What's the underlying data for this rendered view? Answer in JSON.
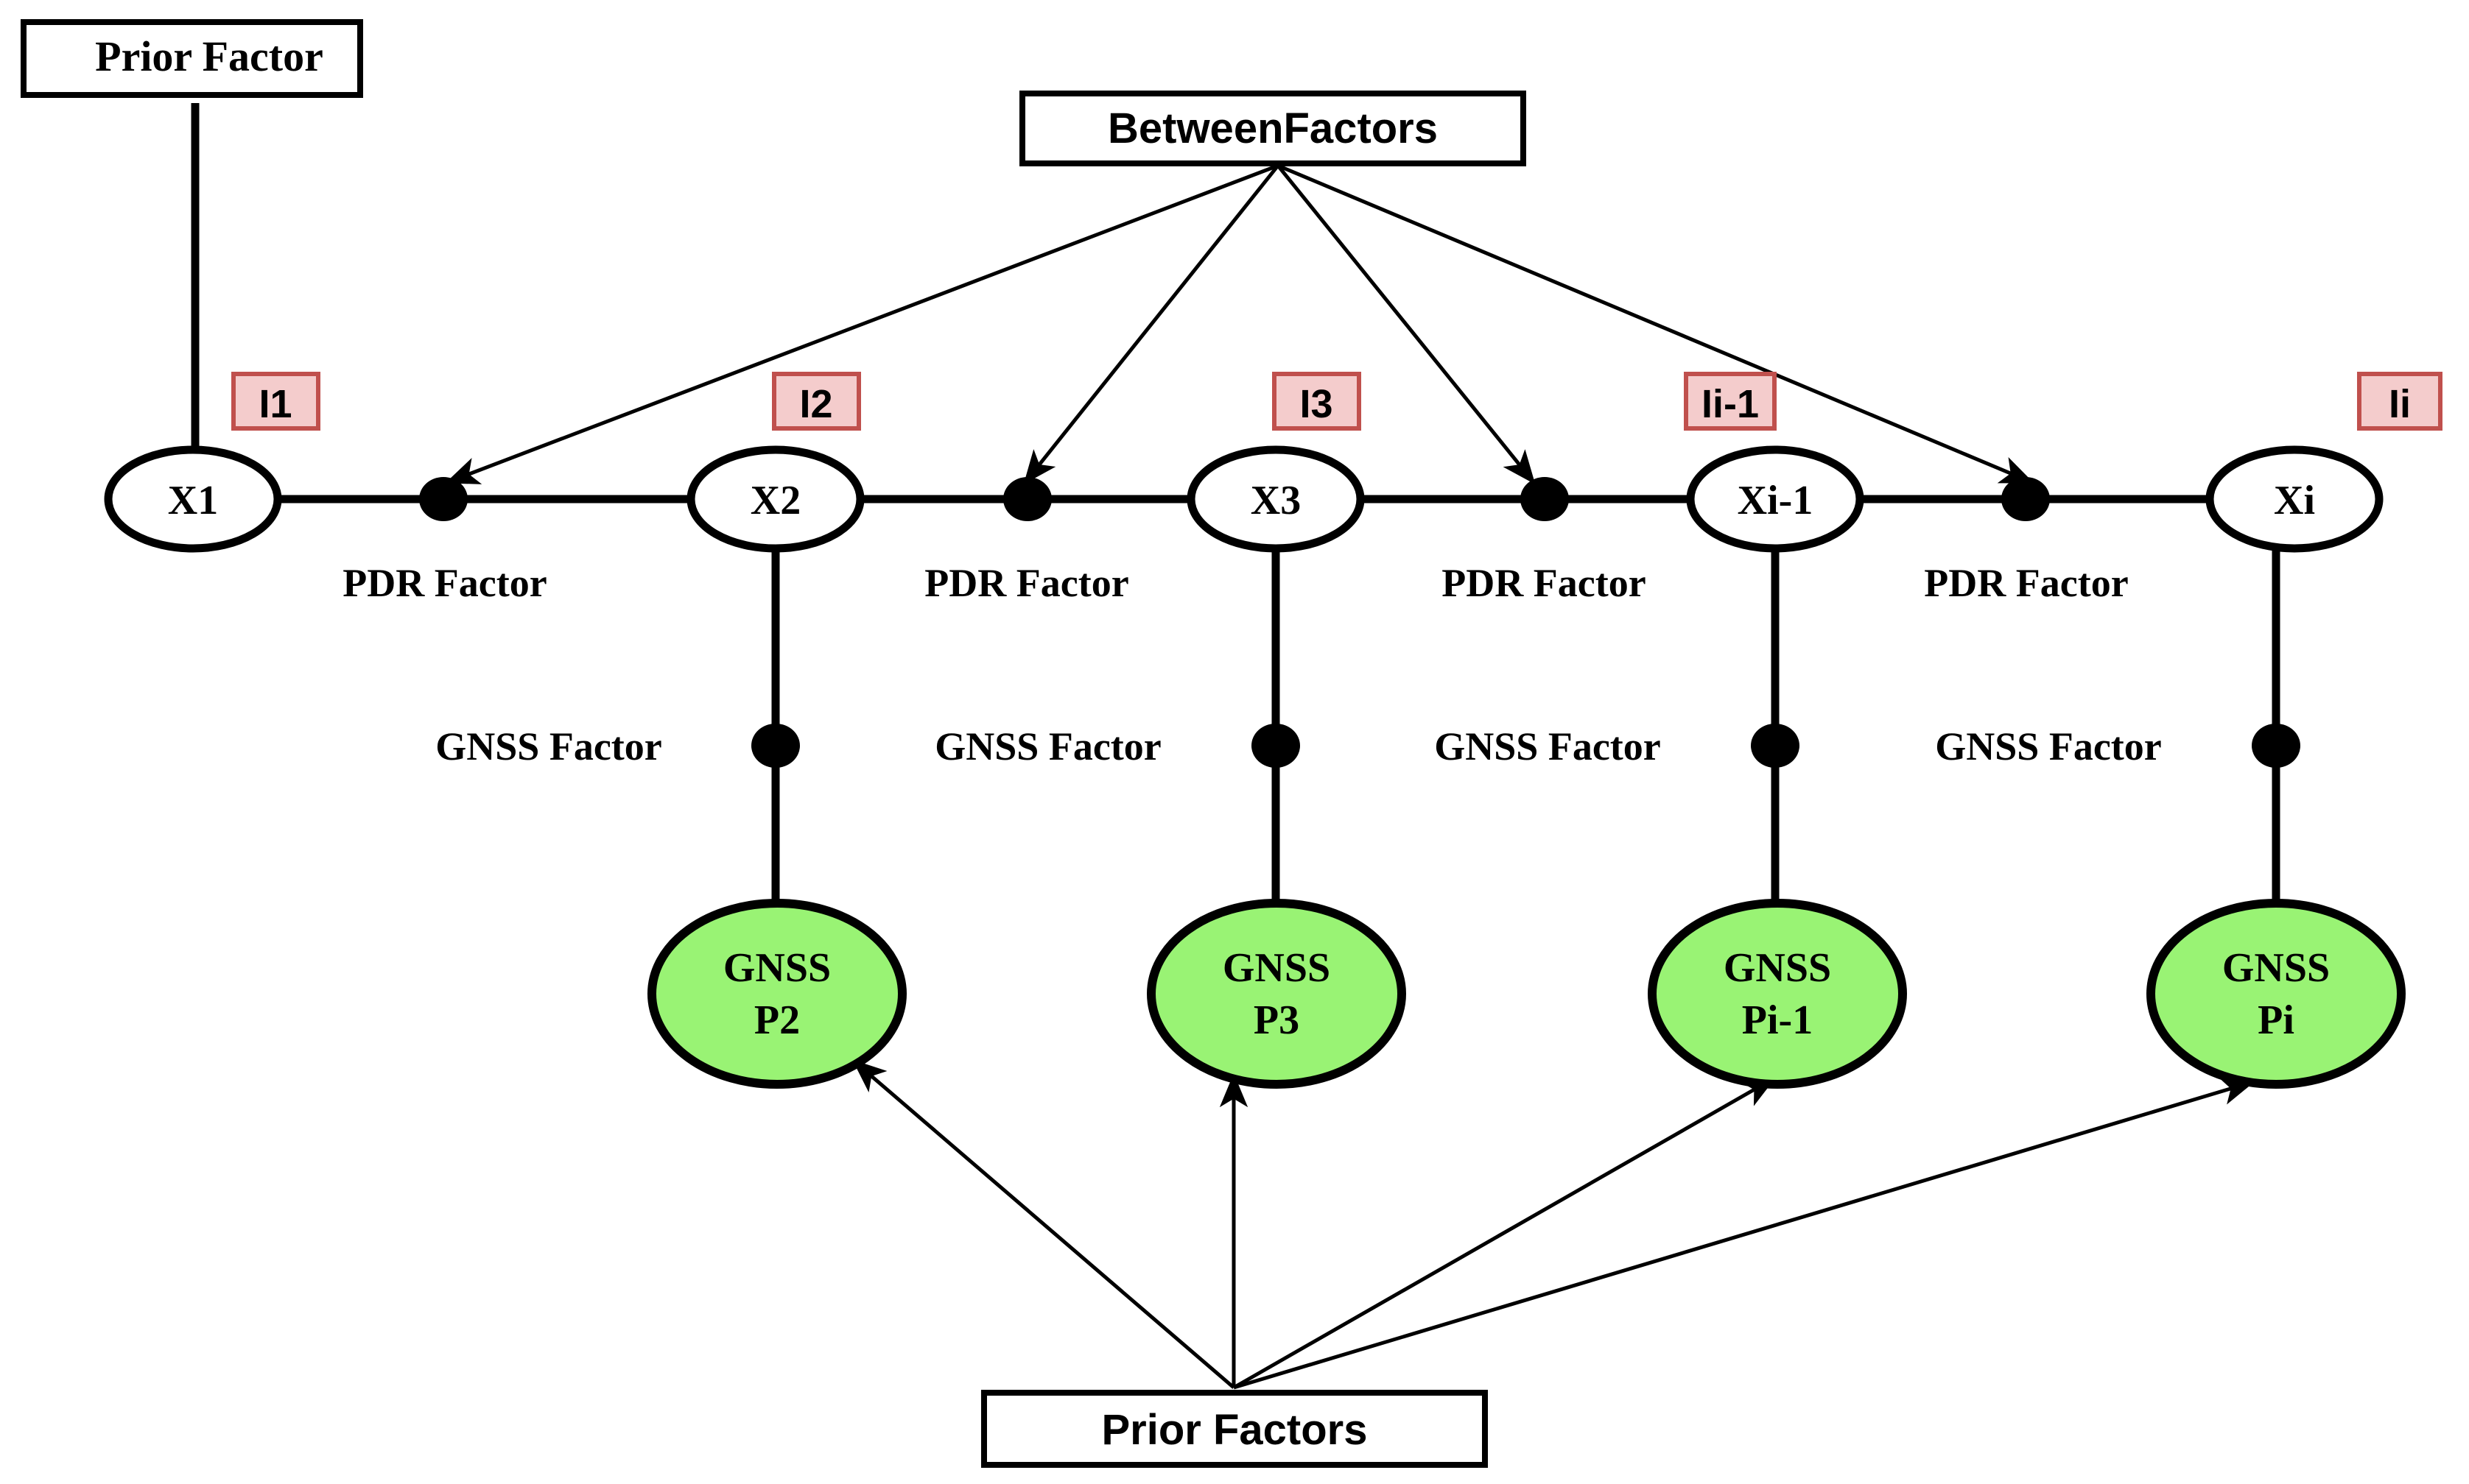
{
  "boxes": {
    "prior_factor": "Prior Factor",
    "between_factors": "BetweenFactors",
    "prior_factors": "Prior Factors"
  },
  "state_nodes": [
    "X1",
    "X2",
    "X3",
    "Xi-1",
    "Xi"
  ],
  "i_labels": [
    "I1",
    "I2",
    "I3",
    "Ii-1",
    "Ii"
  ],
  "pdr_labels": [
    "PDR Factor",
    "PDR Factor",
    "PDR Factor",
    "PDR Factor"
  ],
  "gnss_factor_labels": [
    "GNSS Factor",
    "GNSS Factor",
    "GNSS Factor",
    "GNSS Factor"
  ],
  "gnss_nodes": [
    {
      "line1": "GNSS",
      "line2": "P2"
    },
    {
      "line1": "GNSS",
      "line2": "P3"
    },
    {
      "line1": "GNSS",
      "line2": "Pi-1"
    },
    {
      "line1": "GNSS",
      "line2": "Pi"
    }
  ],
  "colors": {
    "gnss_fill": "#99f374",
    "i_box_fill": "#f4cccc",
    "i_box_border": "#c0504d"
  }
}
